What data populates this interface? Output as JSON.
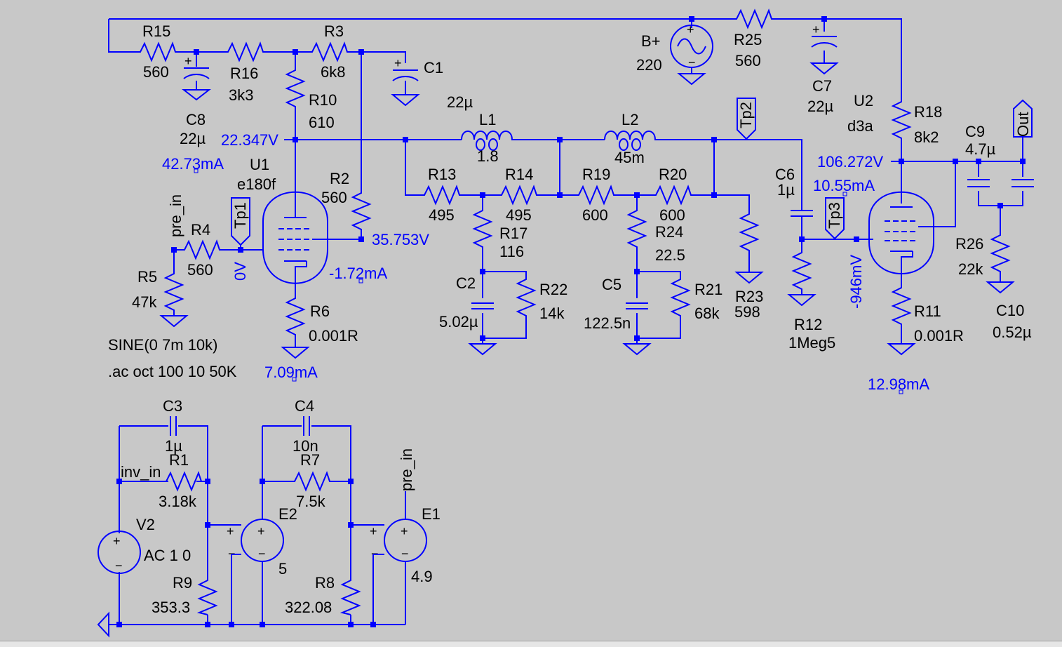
{
  "components": {
    "R15": {
      "name": "R15",
      "value": "560"
    },
    "R16": {
      "name": "R16",
      "value": "3k3"
    },
    "R3": {
      "name": "R3",
      "value": "6k8"
    },
    "R10": {
      "name": "R10",
      "value": "610"
    },
    "R2": {
      "name": "R2",
      "value": "560"
    },
    "R4": {
      "name": "R4",
      "value": "560"
    },
    "R5": {
      "name": "R5",
      "value": "47k"
    },
    "R6": {
      "name": "R6",
      "value": "0.001R"
    },
    "C8": {
      "name": "C8",
      "value": "22µ"
    },
    "C1": {
      "name": "C1"
    },
    "U1": {
      "name": "U1",
      "value": "e180f"
    },
    "L1": {
      "name": "L1",
      "value": "1.8",
      "extra": "22µ"
    },
    "L2": {
      "name": "L2",
      "value": "45m"
    },
    "R13": {
      "name": "R13",
      "value": "495"
    },
    "R14": {
      "name": "R14",
      "value": "495"
    },
    "R17": {
      "name": "R17",
      "value": "116"
    },
    "R19": {
      "name": "R19",
      "value": "600"
    },
    "R20": {
      "name": "R20",
      "value": "600"
    },
    "R24": {
      "name": "R24",
      "value": "22.5"
    },
    "R22": {
      "name": "R22",
      "value": "14k"
    },
    "R21": {
      "name": "R21",
      "value": "68k"
    },
    "R23": {
      "name": "R23",
      "value": "598"
    },
    "C2": {
      "name": "C2",
      "value": "5.02µ"
    },
    "C5": {
      "name": "C5",
      "value": "122.5n"
    },
    "C6": {
      "name": "C6",
      "value": "1µ"
    },
    "R12": {
      "name": "R12",
      "value": "1Meg5"
    },
    "Bplus": {
      "name": "B+",
      "value": "220"
    },
    "R25": {
      "name": "R25",
      "value": "560"
    },
    "C7": {
      "name": "C7",
      "value": "22µ"
    },
    "U2": {
      "name": "U2",
      "value": "d3a"
    },
    "R18": {
      "name": "R18",
      "value": "8k2"
    },
    "C9": {
      "name": "C9",
      "value": "4.7µ"
    },
    "R26": {
      "name": "R26",
      "value": "22k"
    },
    "C10": {
      "name": "C10",
      "value": "0.52µ"
    },
    "R11": {
      "name": "R11",
      "value": "0.001R"
    },
    "C3": {
      "name": "C3",
      "value": "1µ"
    },
    "R1": {
      "name": "R1",
      "value": "3.18k"
    },
    "C4": {
      "name": "C4",
      "value": "10n"
    },
    "R7": {
      "name": "R7",
      "value": "7.5k"
    },
    "V2": {
      "name": "V2",
      "value": "AC 1 0"
    },
    "E2": {
      "name": "E2",
      "value": "5"
    },
    "E1": {
      "name": "E1",
      "value": "4.9"
    },
    "R9": {
      "name": "R9",
      "value": "353.3"
    },
    "R8": {
      "name": "R8",
      "value": "322.08"
    }
  },
  "nets": {
    "pre_in": "pre_in",
    "inv_in": "inv_in",
    "Tp1": "Tp1",
    "Tp2": "Tp2",
    "Tp3": "Tp3",
    "Out": "Out",
    "zero_v": "0V"
  },
  "directives": {
    "source": "SINE(0 7m 10k)",
    "analysis": ".ac oct 100 10 50K"
  },
  "probes": {
    "v_u1_plate": "22.347V",
    "i_u1_anode": "42.73mA",
    "v_r2": "35.753V",
    "i_u1_g2": "-1.72mA",
    "i_u1_cathode": "7.09mA",
    "v_u2_plate": "106.272V",
    "i_u2_anode": "10.55mA",
    "v_u2_grid": "-946mV",
    "i_u2_cathode": "12.98mA"
  },
  "colors": {
    "background": "#c8c8c8",
    "wire": "#0000ff",
    "label": "#000000",
    "probe": "#0000ff"
  }
}
